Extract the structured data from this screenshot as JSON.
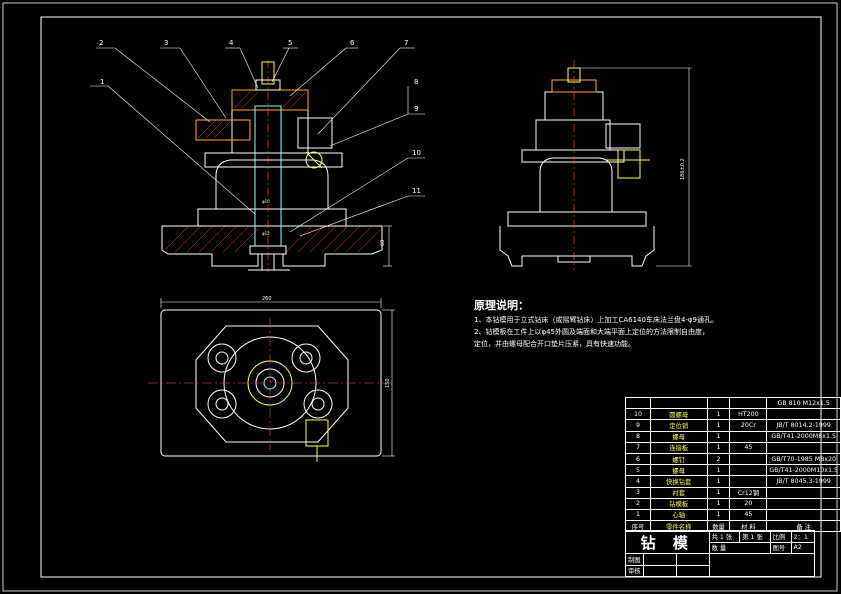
{
  "balloons": [
    "1",
    "2",
    "3",
    "4",
    "5",
    "6",
    "7",
    "8",
    "9",
    "10",
    "11"
  ],
  "dims": {
    "plan_width": "260",
    "plan_height": "150",
    "front_height": "60",
    "side_height": "186±0.2",
    "front_inner_1": "φ10",
    "front_inner_2": "φ12"
  },
  "notes": {
    "title": "原理说明：",
    "line1": "1、本钻模用于立式钻床（或摇臂钻床）上加工CA6140车床法兰盘4-φ9通孔。",
    "line2": "2、钻模板在工件上以φ45外圆及端面和大端平面上定位的方法限制自由度，",
    "line3": "定位，并由螺母配合开口垫片压紧，具有快速功能。"
  },
  "bom": {
    "header_extra": "GB 810 M12x1.5",
    "rows": [
      {
        "no": "10",
        "name": "圆螺母",
        "qty": "1",
        "mat": "HT200",
        "note": ""
      },
      {
        "no": "9",
        "name": "定位销",
        "qty": "1",
        "mat": "20Cr",
        "note": "JB/T 8014.2-1999"
      },
      {
        "no": "8",
        "name": "螺母",
        "qty": "1",
        "mat": "",
        "note": "GB/T41-2000M8x1.5"
      },
      {
        "no": "7",
        "name": "连接板",
        "qty": "1",
        "mat": "45",
        "note": ""
      },
      {
        "no": "6",
        "name": "螺钉",
        "qty": "2",
        "mat": "",
        "note": "GB/T70-1985 M8x20"
      },
      {
        "no": "5",
        "name": "螺母",
        "qty": "1",
        "mat": "",
        "note": "GB/T41-2000M10x1.5"
      },
      {
        "no": "4",
        "name": "快换钻套",
        "qty": "1",
        "mat": "",
        "note": "JB/T 8045.3-1999"
      },
      {
        "no": "3",
        "name": "衬套",
        "qty": "1",
        "mat": "Cr12钢",
        "note": ""
      },
      {
        "no": "2",
        "name": "钻模板",
        "qty": "1",
        "mat": "20",
        "note": ""
      },
      {
        "no": "1",
        "name": "心轴",
        "qty": "1",
        "mat": "45",
        "note": ""
      }
    ],
    "head": {
      "no": "序号",
      "name": "零件名称",
      "qty": "数量",
      "mat": "材 料",
      "note": "备 注"
    }
  },
  "titleblock": {
    "name": "钻 模",
    "total": "共 1 张",
    "sheet": "第 1 张",
    "scale_label": "比例",
    "scale": "2：1",
    "weight_label": "数 量",
    "drawno_label": "图号",
    "drawno": "A2",
    "draw_label": "制图",
    "check_label": "审核"
  }
}
